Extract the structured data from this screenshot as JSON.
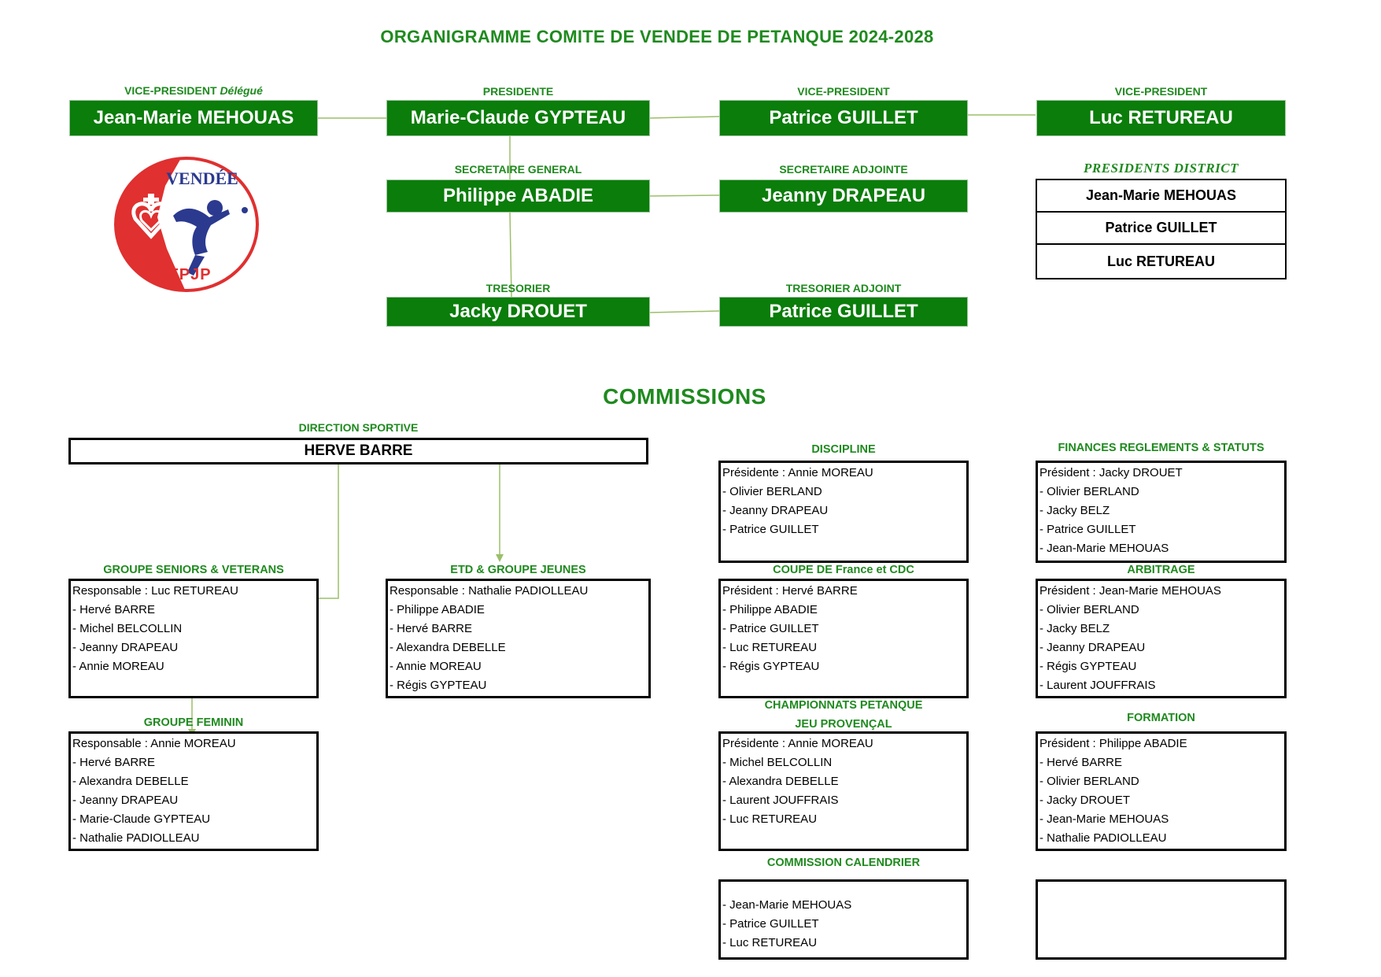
{
  "title": "ORGANIGRAMME COMITE DE VENDEE DE PETANQUE 2024-2028",
  "logo": {
    "top_text": "VENDÉE",
    "bottom_text": "FFPJP",
    "colors": {
      "red": "#e03030",
      "blue": "#2b3a8f"
    }
  },
  "bureau": {
    "vp_delegue": {
      "role": "VICE-PRESIDENT",
      "role_suffix": "Délégué",
      "name": "Jean-Marie MEHOUAS"
    },
    "presidente": {
      "role": "PRESIDENTE",
      "name": "Marie-Claude GYPTEAU"
    },
    "vp1": {
      "role": "VICE-PRESIDENT",
      "name": "Patrice GUILLET"
    },
    "vp2": {
      "role": "VICE-PRESIDENT",
      "name": "Luc RETUREAU"
    },
    "secretaire": {
      "role": "SECRETAIRE GENERAL",
      "name": "Philippe ABADIE"
    },
    "secretaire_adj": {
      "role": "SECRETAIRE ADJOINTE",
      "name": "Jeanny DRAPEAU"
    },
    "tresorier": {
      "role": "TRESORIER",
      "name": "Jacky DROUET"
    },
    "tresorier_adj": {
      "role": "TRESORIER ADJOINT",
      "name": "Patrice GUILLET"
    }
  },
  "districts": {
    "heading": "PRESIDENTS DISTRICT",
    "names": [
      "Jean-Marie MEHOUAS",
      "Patrice GUILLET",
      "Luc RETUREAU"
    ]
  },
  "commissions_title": "COMMISSIONS",
  "direction": {
    "heading": "DIRECTION SPORTIVE",
    "name": "HERVE BARRE"
  },
  "commissions": {
    "seniors": {
      "heading": "GROUPE SENIORS & VETERANS",
      "lines": [
        "Responsable :  Luc RETUREAU",
        "- Hervé BARRE",
        "- Michel BELCOLLIN",
        "- Jeanny DRAPEAU",
        "- Annie MOREAU"
      ]
    },
    "etd": {
      "heading": "ETD & GROUPE JEUNES",
      "lines": [
        "Responsable :  Nathalie PADIOLLEAU",
        "- Philippe ABADIE",
        "- Hervé BARRE",
        "- Alexandra DEBELLE",
        "- Annie  MOREAU",
        "- Régis GYPTEAU"
      ]
    },
    "feminin": {
      "heading": "GROUPE FEMININ",
      "lines": [
        "Responsable :  Annie MOREAU",
        "- Hervé BARRE",
        "- Alexandra DEBELLE",
        "- Jeanny DRAPEAU",
        "- Marie-Claude GYPTEAU",
        "- Nathalie PADIOLLEAU"
      ]
    },
    "discipline": {
      "heading": "DISCIPLINE",
      "lines": [
        "Présidente :  Annie MOREAU",
        "- Olivier BERLAND",
        "- Jeanny DRAPEAU",
        "- Patrice GUILLET"
      ]
    },
    "finances": {
      "heading": "FINANCES REGLEMENTS & STATUTS",
      "lines": [
        "Président : Jacky DROUET",
        "- Olivier BERLAND",
        "- Jacky BELZ",
        "- Patrice GUILLET",
        "- Jean-Marie MEHOUAS"
      ]
    },
    "coupe": {
      "heading": "COUPE DE France et CDC",
      "lines": [
        "Président :  Hervé BARRE",
        "- Philippe ABADIE",
        "- Patrice GUILLET",
        "- Luc RETUREAU",
        "- Régis GYPTEAU"
      ]
    },
    "arbitrage": {
      "heading": "ARBITRAGE",
      "lines": [
        "Président :  Jean-Marie MEHOUAS",
        "-  Olivier BERLAND",
        "- Jacky BELZ",
        "- Jeanny DRAPEAU",
        "- Régis GYPTEAU",
        "- Laurent JOUFFRAIS"
      ]
    },
    "championnats": {
      "heading1": "CHAMPIONNATS PETANQUE",
      "heading2": "JEU PROVENÇAL",
      "lines": [
        "Présidente :  Annie MOREAU",
        "- Michel BELCOLLIN",
        "- Alexandra DEBELLE",
        "- Laurent JOUFFRAIS",
        "- Luc RETUREAU"
      ]
    },
    "formation": {
      "heading": "FORMATION",
      "lines": [
        "Président : Philippe ABADIE",
        "- Hervé BARRE",
        "- Olivier BERLAND",
        "- Jacky DROUET",
        "- Jean-Marie MEHOUAS",
        "- Nathalie PADIOLLEAU"
      ]
    },
    "calendrier": {
      "heading": "COMMISSION CALENDRIER",
      "lines": [
        "- Jean-Marie MEHOUAS",
        "- Patrice GUILLET",
        "- Luc RETUREAU"
      ]
    }
  },
  "colors": {
    "green_box": "#0a7d0a",
    "green_text": "#1f8a1f",
    "connector": "#9bbf6a"
  }
}
